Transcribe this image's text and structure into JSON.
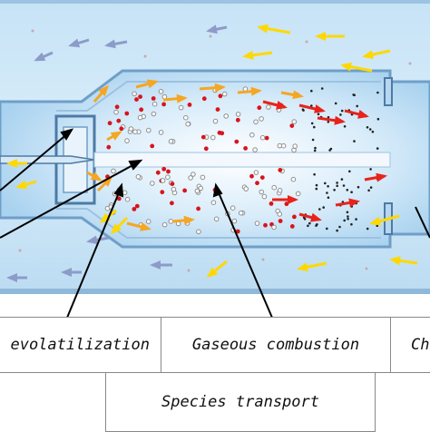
{
  "labels": {
    "devolatilization": "evolatilization",
    "gaseous_combustion": "Gaseous combustion",
    "char": "Ch",
    "species_transport": "Species transport"
  },
  "colors": {
    "background_blue": "#b9dcf3",
    "chamber_fill": "#e3f1fb",
    "arrow_orange": "#f5a623",
    "arrow_yellow": "#ffd800",
    "arrow_red": "#e8231a",
    "arrow_grey_blue": "#8d9bc9",
    "particle_red": "#d9141b",
    "particle_grey": "#8e8e8e",
    "pointer_line": "#000000"
  }
}
